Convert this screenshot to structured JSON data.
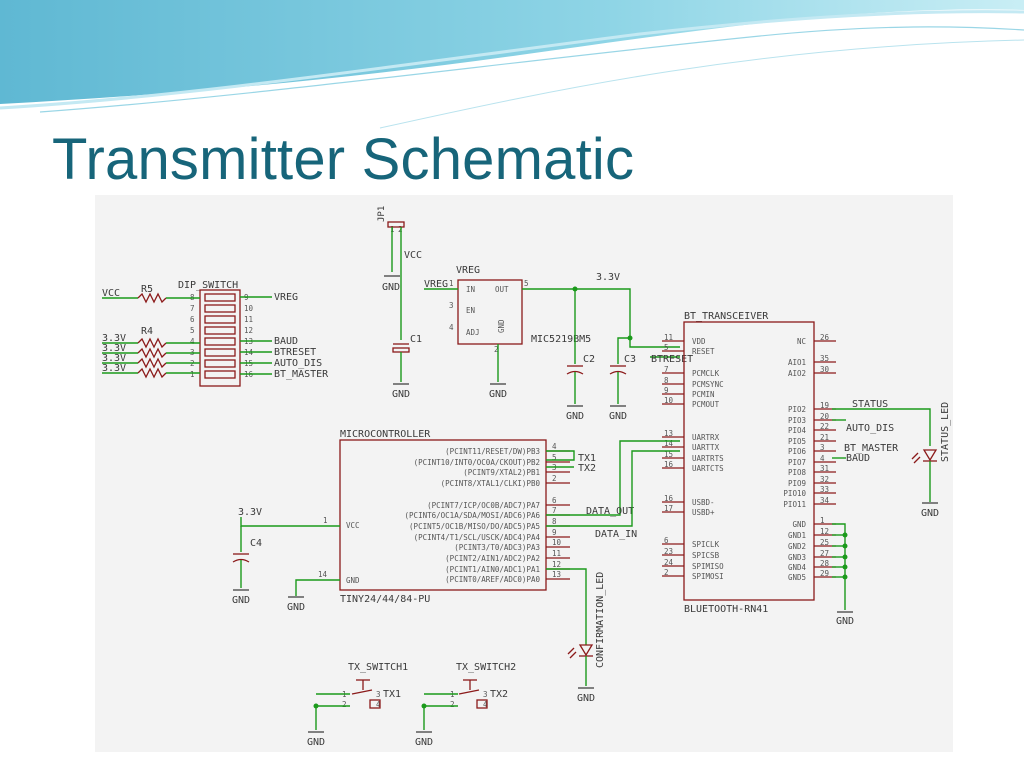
{
  "slide": {
    "title": "Transmitter Schematic",
    "colors": {
      "title": "#17657a",
      "wire": "#1b9a1b",
      "component": "#8b1a1a",
      "header_wave": "#6fc4da"
    }
  },
  "schematic": {
    "jumper": {
      "ref": "JP1",
      "pins": [
        "1",
        "2"
      ],
      "net": "VCC",
      "gnd": "GND"
    },
    "dip_switch": {
      "ref": "DIP_SWITCH",
      "left_pins": [
        "8",
        "7",
        "6",
        "5",
        "4",
        "3",
        "2",
        "1"
      ],
      "right_pins": [
        "9",
        "10",
        "11",
        "12",
        "13",
        "14",
        "15",
        "16"
      ],
      "outputs": [
        "VREG",
        "BAUD",
        "BTRESET",
        "AUTO_DIS",
        "BT_MASTER"
      ],
      "inputs": [
        {
          "net": "VCC",
          "resistor": "R5"
        },
        {
          "net": "3.3V",
          "resistor": "R4"
        },
        {
          "net": "3.3V",
          "resistor": ""
        },
        {
          "net": "3.3V",
          "resistor": ""
        },
        {
          "net": "3.3V",
          "resistor": ""
        }
      ]
    },
    "vreg": {
      "ref": "VREG",
      "part": "MIC5219BM5",
      "in_net": "VREG",
      "pins": {
        "in": "IN",
        "out": "OUT",
        "en": "EN",
        "adj": "ADJ",
        "gnd": "GND"
      },
      "pin_numbers": [
        "1",
        "3",
        "4",
        "5",
        "2"
      ]
    },
    "capacitors": {
      "c1": "C1",
      "c2": "C2",
      "c3": "C3",
      "c4": "C4"
    },
    "nets": {
      "v33": "3.3V",
      "gnd": "GND",
      "btreset": "BTRESET",
      "status": "STATUS",
      "auto_dis": "AUTO_DIS",
      "bt_master": "BT_MASTER",
      "baud": "BAUD",
      "data_out": "DATA_OUT",
      "data_in": "DATA_IN",
      "tx1": "TX1",
      "tx2": "TX2",
      "vcc": "VCC"
    },
    "leds": {
      "status": "STATUS_LED",
      "confirmation": "CONFIRMATION_LED"
    },
    "microcontroller": {
      "ref": "MICROCONTROLLER",
      "part": "TINY24/44/84-PU",
      "pins": [
        {
          "label": "(PCINT11/RESET/DW)PB3",
          "num": "4"
        },
        {
          "label": "(PCINT10/INT0/OC0A/CKOUT)PB2",
          "num": "5"
        },
        {
          "label": "(PCINT9/XTAL2)PB1",
          "num": "3"
        },
        {
          "label": "(PCINT8/XTAL1/CLKI)PB0",
          "num": "2"
        },
        {
          "label": "(PCINT7/ICP/OC0B/ADC7)PA7",
          "num": "6"
        },
        {
          "label": "(PCINT6/OC1A/SDA/MOSI/ADC6)PA6",
          "num": "7"
        },
        {
          "label": "(PCINT5/OC1B/MISO/DO/ADC5)PA5",
          "num": "8"
        },
        {
          "label": "(PCINT4/T1/SCL/USCK/ADC4)PA4",
          "num": "9"
        },
        {
          "label": "(PCINT3/T0/ADC3)PA3",
          "num": "10"
        },
        {
          "label": "(PCINT2/AIN1/ADC2)PA2",
          "num": "11"
        },
        {
          "label": "(PCINT1/AIN0/ADC1)PA1",
          "num": "12"
        },
        {
          "label": "(PCINT0/AREF/ADC0)PA0",
          "num": "13"
        }
      ],
      "vcc": {
        "label": "VCC",
        "num": "1"
      },
      "gnd": {
        "label": "GND",
        "num": "14"
      }
    },
    "bt": {
      "ref": "BT_TRANSCEIVER",
      "part": "BLUETOOTH-RN41",
      "left_pins": [
        {
          "label": "VDD",
          "num": "11"
        },
        {
          "label": "RESET",
          "num": "5"
        },
        {
          "label": "PCMCLK",
          "num": "7"
        },
        {
          "label": "PCMSYNC",
          "num": "8"
        },
        {
          "label": "PCMIN",
          "num": "9"
        },
        {
          "label": "PCMOUT",
          "num": "10"
        },
        {
          "label": "UARTRX",
          "num": "13"
        },
        {
          "label": "UARTTX",
          "num": "14"
        },
        {
          "label": "UARTRTS",
          "num": "15"
        },
        {
          "label": "UARTCTS",
          "num": "16"
        },
        {
          "label": "USBD-",
          "num": "16"
        },
        {
          "label": "USBD+",
          "num": "17"
        },
        {
          "label": "SPICLK",
          "num": "6"
        },
        {
          "label": "SPICSB",
          "num": "23"
        },
        {
          "label": "SPIMISO",
          "num": "24"
        },
        {
          "label": "SPIMOSI",
          "num": "2"
        }
      ],
      "right_pins": [
        {
          "label": "NC",
          "num": "26"
        },
        {
          "label": "AIO1",
          "num": "35"
        },
        {
          "label": "AIO2",
          "num": "30"
        },
        {
          "label": "PIO2",
          "num": "19"
        },
        {
          "label": "PIO3",
          "num": "20"
        },
        {
          "label": "PIO4",
          "num": "22"
        },
        {
          "label": "PIO5",
          "num": "21"
        },
        {
          "label": "PIO6",
          "num": "3"
        },
        {
          "label": "PIO7",
          "num": "4"
        },
        {
          "label": "PIO8",
          "num": "31"
        },
        {
          "label": "PIO9",
          "num": "32"
        },
        {
          "label": "PIO10",
          "num": "33"
        },
        {
          "label": "PIO11",
          "num": "34"
        },
        {
          "label": "GND",
          "num": "1"
        },
        {
          "label": "GND1",
          "num": "12"
        },
        {
          "label": "GND2",
          "num": "25"
        },
        {
          "label": "GND3",
          "num": "27"
        },
        {
          "label": "GND4",
          "num": "28"
        },
        {
          "label": "GND5",
          "num": "29"
        }
      ]
    },
    "tx_switch1": {
      "ref": "TX_SWITCH1",
      "net": "TX1",
      "pins": [
        "1",
        "2",
        "3",
        "4"
      ]
    },
    "tx_switch2": {
      "ref": "TX_SWITCH2",
      "net": "TX2",
      "pins": [
        "1",
        "2",
        "3",
        "4"
      ]
    }
  }
}
